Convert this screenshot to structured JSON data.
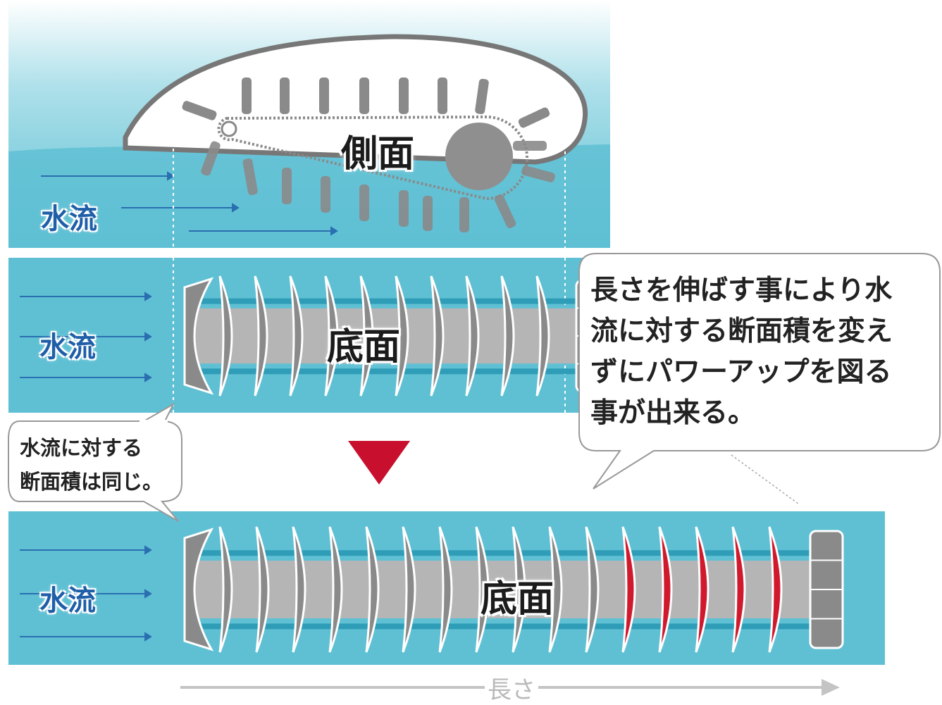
{
  "side_view": {
    "face_label": "側面",
    "flow_label": "水流"
  },
  "bottom_view_before": {
    "face_label": "底面",
    "flow_label": "水流",
    "fin_count": 10
  },
  "bottom_view_after": {
    "face_label": "底面",
    "flow_label": "水流",
    "fin_count_gray": 11,
    "fin_count_red": 5
  },
  "bubble_left": {
    "line1": "水流に対する",
    "line2": "断面積は同じ。"
  },
  "bubble_right": {
    "line1": "長さを伸ばす事により水",
    "line2": "流に対する断面積を変え",
    "line3": "ずにパワーアップを図る",
    "line4": "事が出来る。"
  },
  "length_label": "長さ",
  "colors": {
    "water": "#5fc0d4",
    "water_dark": "#2f9db7",
    "fin_gray": "#8a8a8a",
    "fin_red": "#d0192c",
    "core": "#b5b5b5",
    "arrow_down": "#c8102e",
    "flow_arrow": "#2a6fb0"
  }
}
